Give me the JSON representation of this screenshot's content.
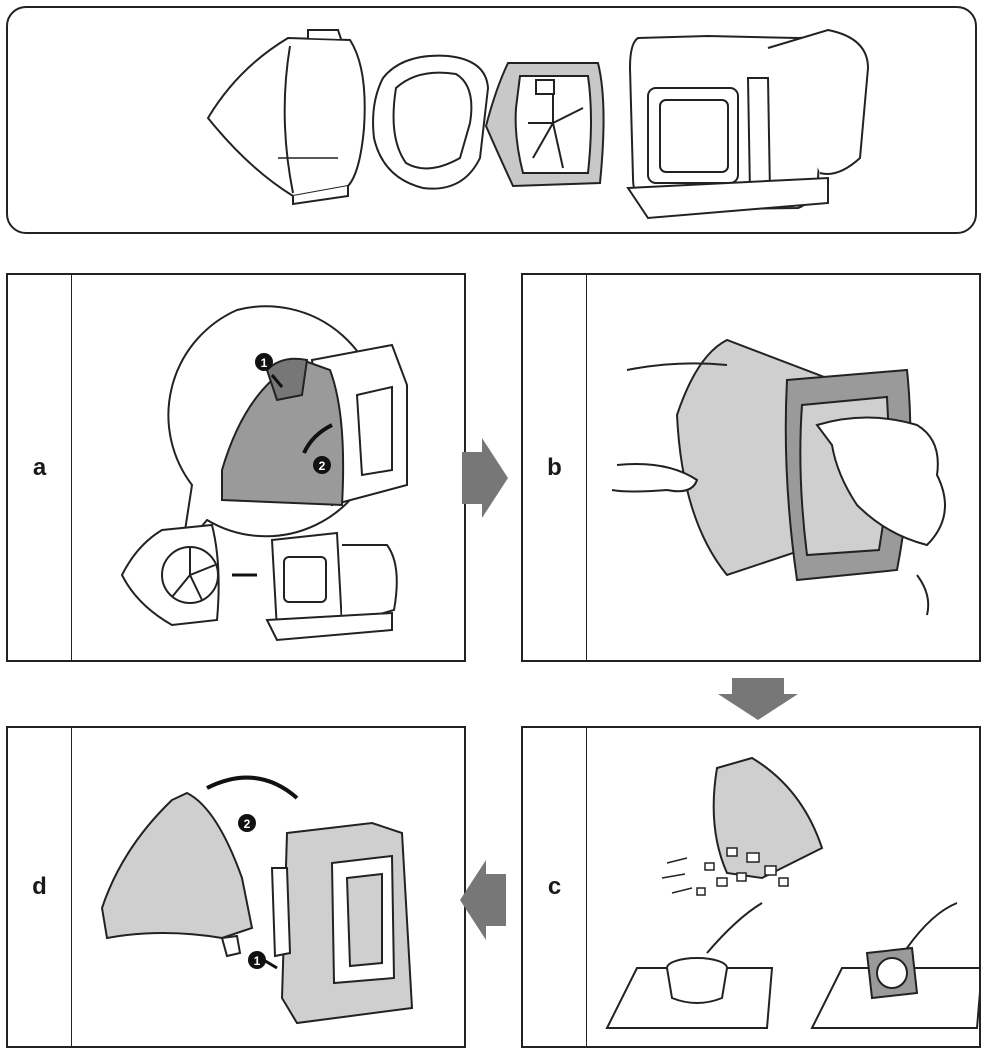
{
  "panels": {
    "a": {
      "label": "a",
      "steps": [
        "1",
        "2"
      ]
    },
    "b": {
      "label": "b"
    },
    "c": {
      "label": "c"
    },
    "d": {
      "label": "d",
      "steps": [
        "1",
        "2"
      ]
    }
  },
  "colors": {
    "line": "#222222",
    "part_fill": "#cfcfcf",
    "dark_fill": "#9a9a9a",
    "arrow": "#777777"
  }
}
